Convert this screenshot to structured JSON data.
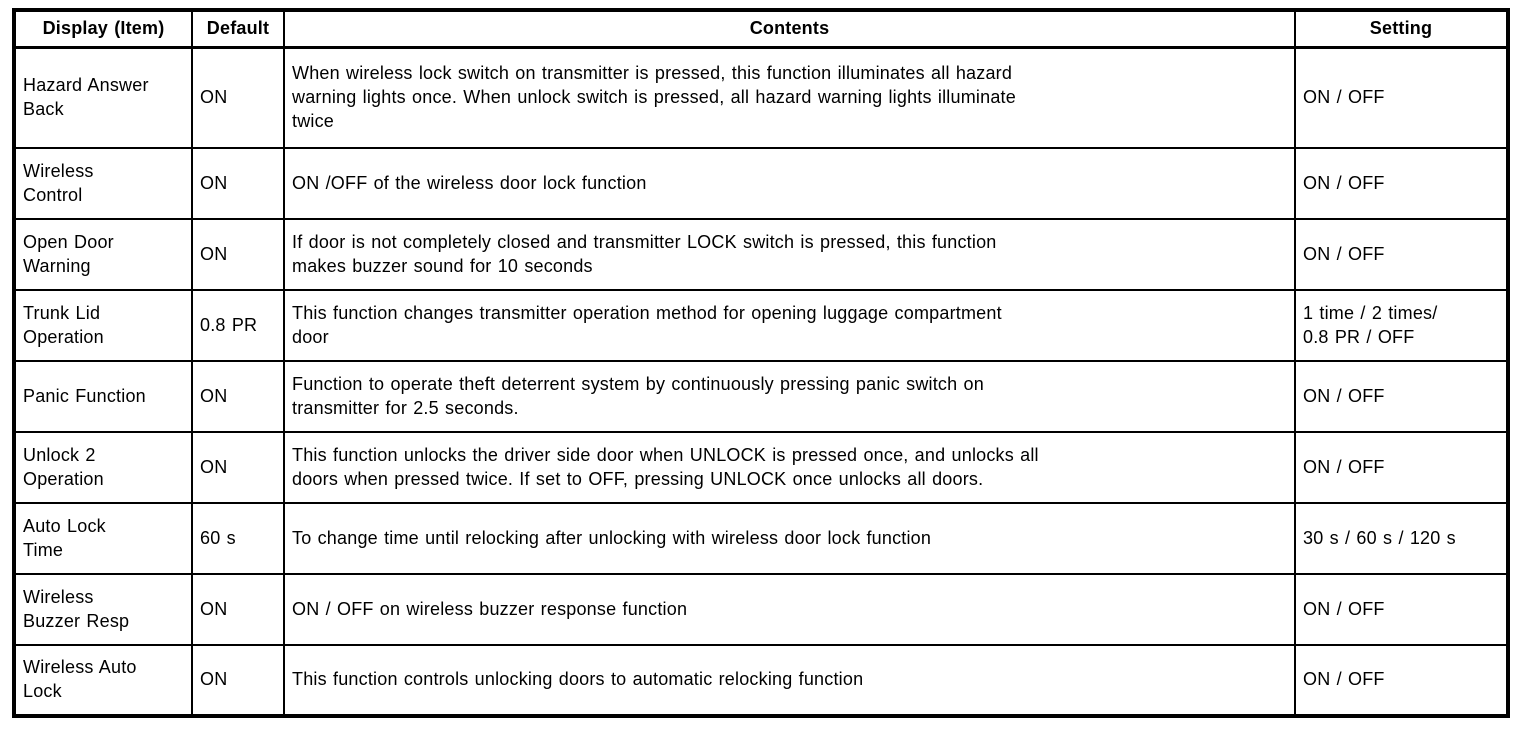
{
  "table": {
    "headers": [
      "Display (Item)",
      "Default",
      "Contents",
      "Setting"
    ],
    "rows": [
      {
        "item": "Hazard Answer\nBack",
        "default": "ON",
        "contents": "When wireless lock switch on transmitter is pressed, this function illuminates all hazard\nwarning lights once. When unlock switch is pressed, all hazard warning lights illuminate\ntwice",
        "setting": "ON / OFF"
      },
      {
        "item": "Wireless\nControl",
        "default": "ON",
        "contents": "ON /OFF of the wireless door lock function",
        "setting": "ON / OFF"
      },
      {
        "item": "Open Door\nWarning",
        "default": "ON",
        "contents": "If door is not completely closed and transmitter LOCK switch is pressed, this function\nmakes buzzer sound for 10 seconds",
        "setting": "ON / OFF"
      },
      {
        "item": "Trunk Lid\nOperation",
        "default": "0.8 PR",
        "contents": "This function changes transmitter operation method for opening luggage compartment\ndoor",
        "setting": "1 time / 2 times/\n0.8 PR / OFF"
      },
      {
        "item": "Panic Function",
        "default": "ON",
        "contents": "Function to operate theft deterrent system by continuously pressing panic switch on\ntransmitter for 2.5 seconds.",
        "setting": "ON / OFF"
      },
      {
        "item": "Unlock 2\nOperation",
        "default": "ON",
        "contents": "This function unlocks the driver side door when UNLOCK is pressed once, and unlocks all\ndoors when pressed twice. If set to OFF, pressing UNLOCK once unlocks all doors.",
        "setting": "ON / OFF"
      },
      {
        "item": "Auto Lock\nTime",
        "default": "60 s",
        "contents": "To change time until relocking after unlocking with wireless door lock function",
        "setting": "30 s / 60 s / 120 s"
      },
      {
        "item": "Wireless\nBuzzer Resp",
        "default": "ON",
        "contents": "ON / OFF on wireless buzzer response function",
        "setting": "ON / OFF"
      },
      {
        "item": "Wireless Auto\nLock",
        "default": "ON",
        "contents": "This function controls unlocking doors to automatic relocking function",
        "setting": "ON / OFF"
      }
    ]
  }
}
